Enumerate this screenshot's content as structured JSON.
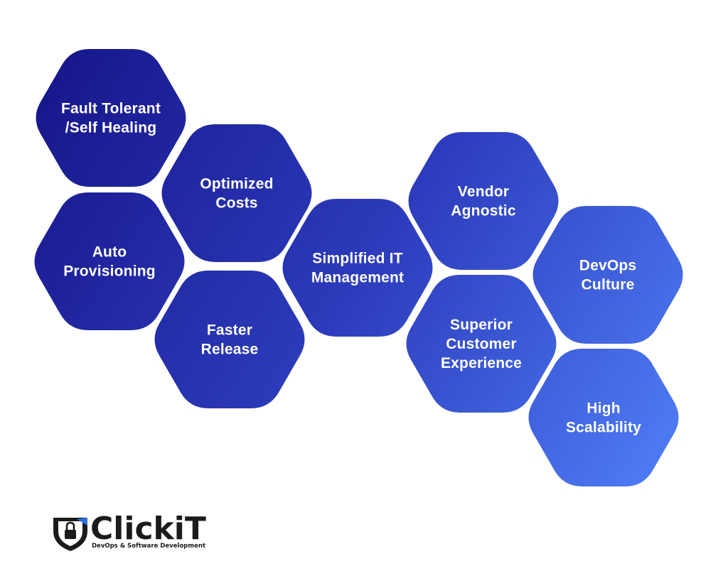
{
  "colors": {
    "dark": "#17168a",
    "mid": "#2c3bbb",
    "light": "#4f7ef6",
    "text": "#ffffff",
    "brand_text": "#1b1b1b",
    "brand_accent": "#2f6fe0"
  },
  "hexagons": [
    {
      "name": "hex-fault-tolerant",
      "lines": [
        "Fault Tolerant",
        "/Self Healing"
      ]
    },
    {
      "name": "hex-auto-provisioning",
      "lines": [
        "Auto",
        "Provisioning"
      ]
    },
    {
      "name": "hex-optimized-costs",
      "lines": [
        "Optimized",
        "Costs"
      ]
    },
    {
      "name": "hex-faster-release",
      "lines": [
        "Faster",
        "Release"
      ]
    },
    {
      "name": "hex-simplified-it-management",
      "lines": [
        "Simplified IT",
        "Management"
      ]
    },
    {
      "name": "hex-vendor-agnostic",
      "lines": [
        "Vendor",
        "Agnostic"
      ]
    },
    {
      "name": "hex-superior-customer-experience",
      "lines": [
        "Superior",
        "Customer",
        "Experience"
      ]
    },
    {
      "name": "hex-devops-culture",
      "lines": [
        "DevOps",
        "Culture"
      ]
    },
    {
      "name": "hex-high-scalability",
      "lines": [
        "High",
        "Scalability"
      ]
    }
  ],
  "logo": {
    "name": "ClickiT",
    "tagline": "DevOps & Software Development",
    "icon": "shield-lock-icon"
  }
}
